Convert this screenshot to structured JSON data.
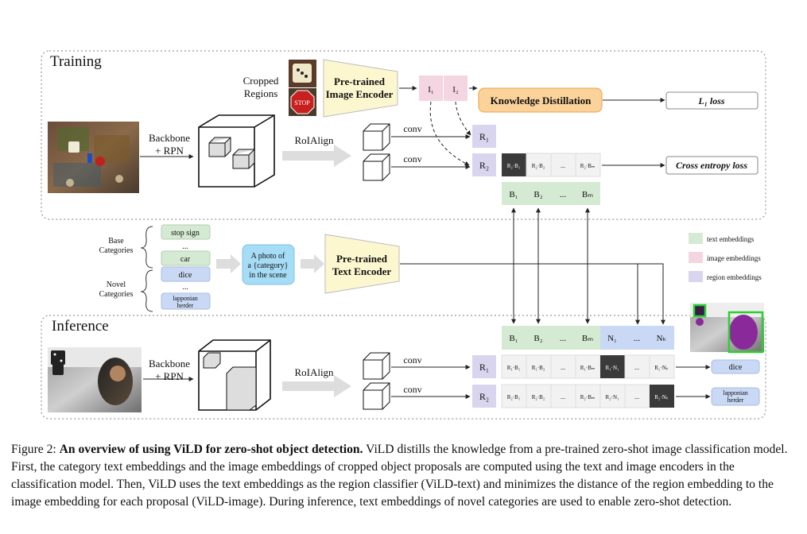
{
  "training": {
    "section_label": "Training",
    "cropped_regions_label": "Cropped\nRegions",
    "image_encoder_label": "Pre-trained\nImage Encoder",
    "image_embedding_1": "I₁",
    "image_embedding_2": "I₂",
    "knowledge_distillation": "Knowledge Distillation",
    "l1_loss": "L₁ loss",
    "backbone_label": "Backbone\n+ RPN",
    "roialign_label": "RoIAlign",
    "conv_label_1": "conv",
    "conv_label_2": "conv",
    "region_1": "R₁",
    "region_2": "R₂",
    "score_cells": [
      "R₂·B₁",
      "R₂·B₂",
      "...",
      "R₂·Bₘ"
    ],
    "cross_entropy_loss": "Cross entropy loss",
    "base_text_embeddings": [
      "B₁",
      "B₂",
      "...",
      "Bₘ"
    ]
  },
  "categories": {
    "base_label": "Base\nCategories",
    "novel_label": "Novel\nCategories",
    "base_items": [
      "stop sign",
      "...",
      "car"
    ],
    "novel_items": [
      "dice",
      "...",
      "lapponian\nherder"
    ],
    "prompt_text": "A photo of\na {category}\nin the scene",
    "text_encoder_label": "Pre-trained\nText Encoder"
  },
  "legend": {
    "items": [
      {
        "label": "text embeddings",
        "color": "#d5ead2"
      },
      {
        "label": "image embeddings",
        "color": "#f3d6e2"
      },
      {
        "label": "region embeddings",
        "color": "#d9d5ee"
      }
    ]
  },
  "inference": {
    "section_label": "Inference",
    "backbone_label": "Backbone\n+ RPN",
    "roialign_label": "RoIAlign",
    "conv_label_1": "conv",
    "conv_label_2": "conv",
    "text_embeddings": [
      "B₁",
      "B₂",
      "...",
      "Bₘ",
      "N₁",
      "...",
      "Nₖ"
    ],
    "region_1": "R₁",
    "region_2": "R₂",
    "row1_cells": [
      "R₁·B₁",
      "R₁·B₂",
      "...",
      "R₁·Bₘ",
      "R₁·N₁",
      "...",
      "R₁·Nₖ"
    ],
    "row2_cells": [
      "R₂·B₁",
      "R₂·B₂",
      "...",
      "R₂·Bₘ",
      "R₂·N₁",
      "...",
      "R₂·Nₖ"
    ],
    "output_1": "dice",
    "output_2": "lapponian\nherder"
  },
  "images": {
    "stop_sign_text": "STOP"
  },
  "caption": {
    "prefix": "Figure 2: ",
    "bold": "An overview of using ViLD for zero-shot object detection.",
    "text": " ViLD distills the knowledge from a pre-trained zero-shot image classification model. First, the category text embeddings and the image embeddings of cropped object proposals are computed using the text and image encoders in the classification model. Then, ViLD uses the text embeddings as the region classifier (ViLD-text) and minimizes the distance of the region embedding to the image embedding for each proposal (ViLD-image). During inference, text embeddings of novel categories are used to enable zero-shot detection."
  },
  "colors": {
    "text_embedding": "#d5ead2",
    "image_embedding": "#f3d6e2",
    "region_embedding": "#d9d5ee",
    "novel_embedding": "#c9d8f4",
    "encoder_fill": "#fdf7d0",
    "kd_fill": "#fbd29a",
    "kd_border": "#e8a348",
    "prompt_fill": "#a6dcf5",
    "output_fill": "#c9d8f4",
    "dark_cell": "#3a3a3a"
  }
}
